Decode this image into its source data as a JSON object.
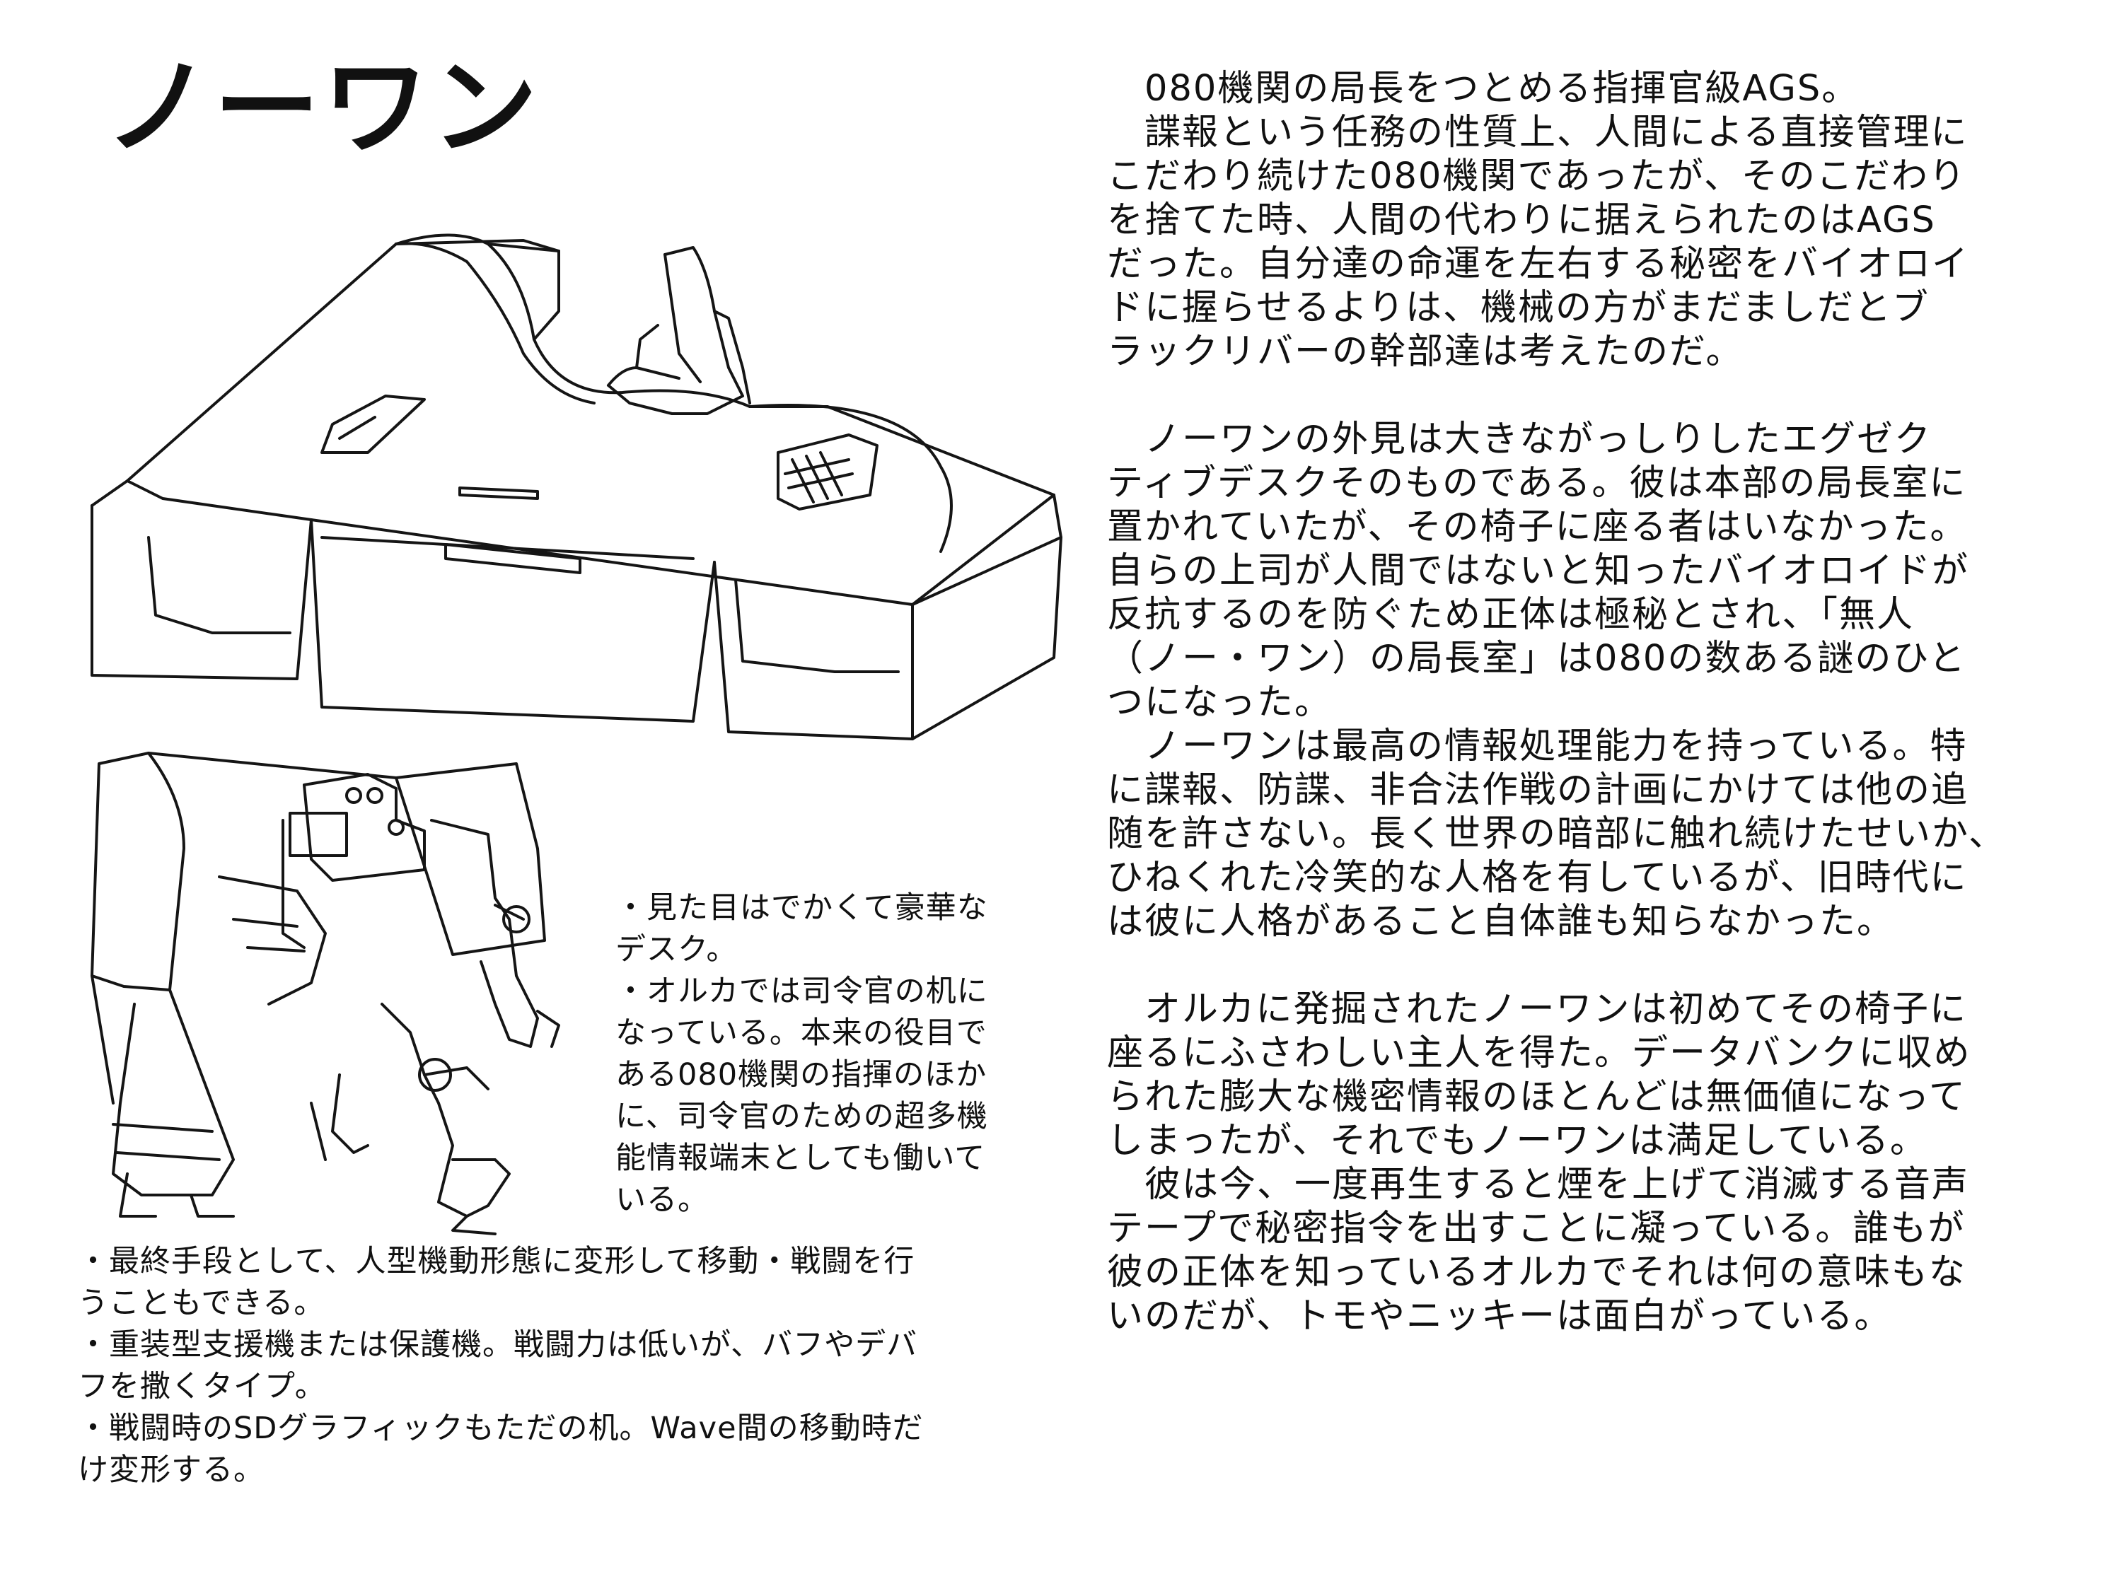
{
  "title": "ノーワン",
  "notes_right": [
    "・見た目はでかくて豪華な",
    "デスク。",
    "・オルカでは司令官の机に",
    "なっている。本来の役目で",
    "ある080機関の指揮のほか",
    "に、司令官のための超多機",
    "能情報端末としても働いて",
    "いる。"
  ],
  "notes_bottom": [
    "・最終手段として、人型機動形態に変形して移動・戦闘を行",
    "うこともできる。",
    "・重装型支援機または保護機。戦闘力は低いが、バフやデバ",
    "フを撒くタイプ。",
    "・戦闘時のSDグラフィックもただの机。Wave間の移動時だ",
    "け変形する。"
  ],
  "body": {
    "p1": [
      "　080機関の局長をつとめる指揮官級AGS。",
      "　諜報という任務の性質上、人間による直接管理に",
      "こだわり続けた080機関であったが、そのこだわり",
      "を捨てた時、人間の代わりに据えられたのはAGS",
      "だった。自分達の命運を左右する秘密をバイオロイ",
      "ドに握らせるよりは、機械の方がまだましだとブ",
      "ラックリバーの幹部達は考えたのだ。"
    ],
    "p2": [
      "　ノーワンの外見は大きながっしりしたエグゼク",
      "ティブデスクそのものである。彼は本部の局長室に",
      "置かれていたが、その椅子に座る者はいなかった。",
      "自らの上司が人間ではないと知ったバイオロイドが",
      "反抗するのを防ぐため正体は極秘とされ、「無人",
      "（ノー・ワン）の局長室」は080の数ある謎のひと",
      "つになった。",
      "　ノーワンは最高の情報処理能力を持っている。特",
      "に諜報、防諜、非合法作戦の計画にかけては他の追",
      "随を許さない。長く世界の暗部に触れ続けたせいか、",
      "ひねくれた冷笑的な人格を有しているが、旧時代に",
      "は彼に人格があること自体誰も知らなかった。"
    ],
    "p3": [
      "　オルカに発掘されたノーワンは初めてその椅子に",
      "座るにふさわしい主人を得た。データバンクに収め",
      "られた膨大な機密情報のほとんどは無価値になって",
      "しまったが、それでもノーワンは満足している。",
      "　彼は今、一度再生すると煙を上げて消滅する音声",
      "テープで秘密指令を出すことに凝っている。誰もが",
      "彼の正体を知っているオルカでそれは何の意味もな",
      "いのだが、トモやニッキーは面白がっている。"
    ]
  }
}
